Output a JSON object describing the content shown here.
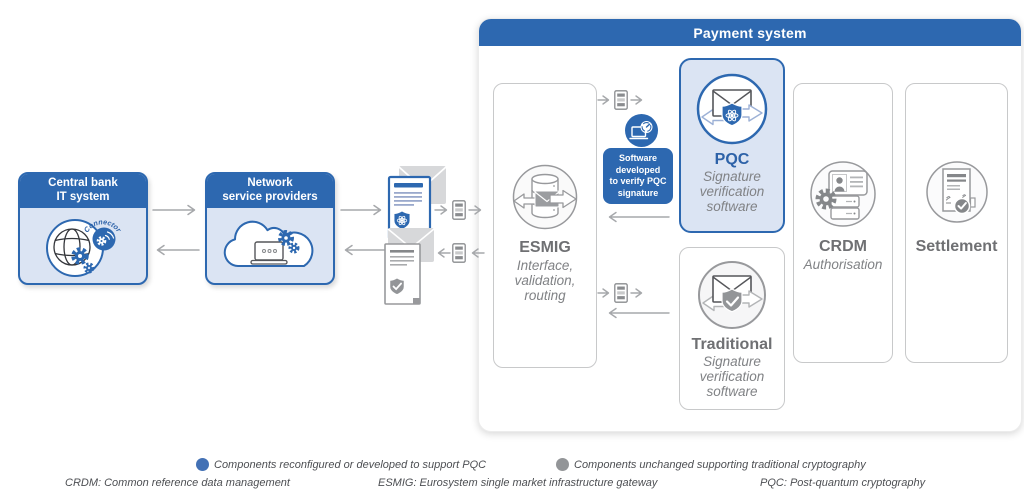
{
  "left_flow": {
    "central_bank": {
      "title": [
        "Central bank",
        "IT system"
      ],
      "connector_label": "Connector"
    },
    "network_providers": {
      "title": [
        "Network",
        "service providers"
      ]
    }
  },
  "payment_system": {
    "title": "Payment system",
    "callout": {
      "lines": [
        "Software",
        "developed",
        "to verify PQC",
        "signature"
      ]
    },
    "boxes": {
      "esmig": {
        "name": "ESMIG",
        "desc": [
          "Interface,",
          "validation,",
          "routing"
        ]
      },
      "pqc": {
        "name": "PQC",
        "desc": [
          "Signature",
          "verification",
          "software"
        ]
      },
      "traditional": {
        "name": "Traditional",
        "desc": [
          "Signature",
          "verification",
          "software"
        ]
      },
      "crdm": {
        "name": "CRDM",
        "desc": [
          "Authorisation"
        ]
      },
      "settlement": {
        "name": "Settlement"
      }
    }
  },
  "legend": {
    "items": [
      {
        "color": "#4371b5",
        "label": "Components reconfigured or developed to support PQC"
      },
      {
        "color": "#939598",
        "label": "Components unchanged supporting traditional cryptography"
      }
    ]
  },
  "definitions": [
    "CRDM: Common reference data management",
    "ESMIG: Eurosystem single market infrastructure gateway",
    "PQC: Post-quantum cryptography"
  ],
  "colors": {
    "primary_blue": "#2d68b0",
    "panel_blue_fill": "#dbe4f3",
    "gray_border": "#c8c9ca",
    "icon_gray": "#98999c",
    "name_gray": "#6f7073",
    "arrow_gray": "#a6a8ab"
  }
}
